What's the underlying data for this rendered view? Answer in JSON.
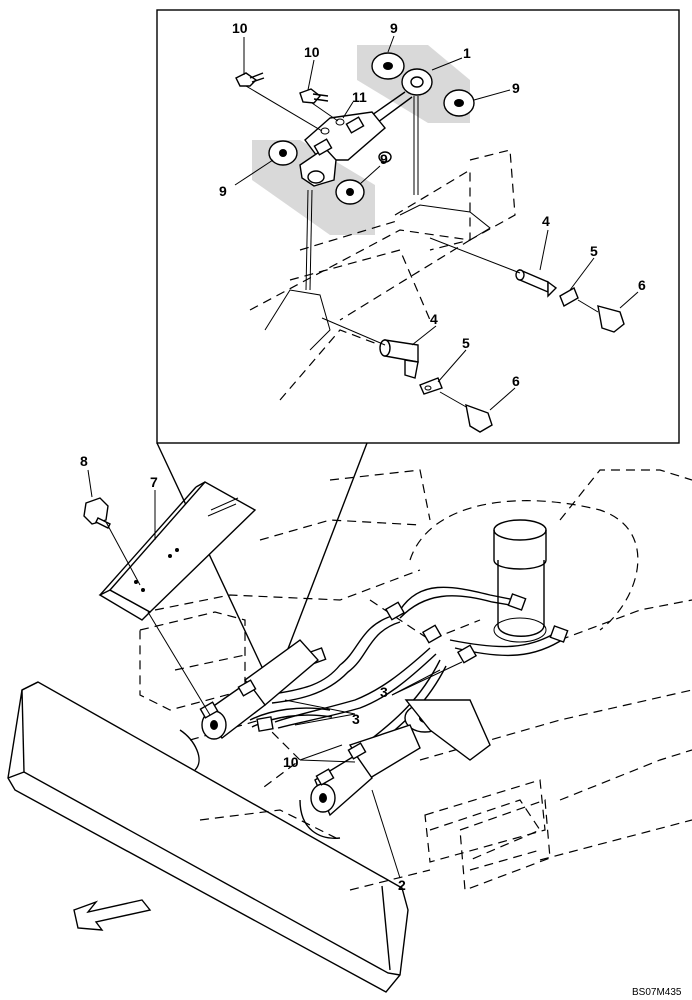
{
  "diagram": {
    "drawing_code": "BS07M435",
    "callouts": {
      "c1": "1",
      "c2": "2",
      "c3a": "3",
      "c3b": "3",
      "c4a": "4",
      "c4b": "4",
      "c5a": "5",
      "c5b": "5",
      "c6a": "6",
      "c6b": "6",
      "c7": "7",
      "c8": "8",
      "c9a": "9",
      "c9b": "9",
      "c9c": "9",
      "c9d": "9",
      "c10a": "10",
      "c10b": "10",
      "c10c": "10",
      "c11": "11"
    },
    "icons": {
      "direction": "front-direction-arrow-icon"
    }
  }
}
